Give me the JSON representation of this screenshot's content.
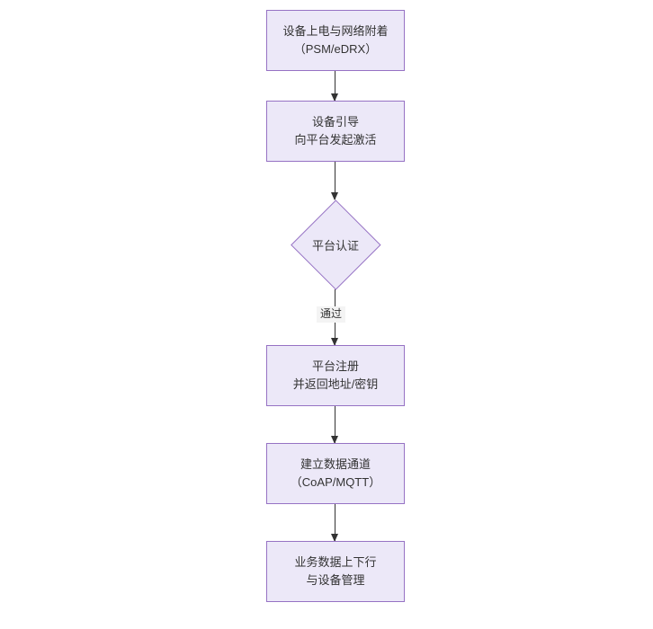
{
  "diagram": {
    "type": "flowchart",
    "orientation": "top-to-bottom",
    "title": "",
    "theme": {
      "node_fill": "#ECE8F8",
      "node_border": "#9672C4",
      "text_color": "#333333",
      "connector_color": "#333333",
      "canvas_background": "#FFFFFF",
      "edge_label_background": "#F4F4F4"
    },
    "nodes": [
      {
        "id": "power-attach",
        "shape": "rectangle",
        "lines": [
          "设备上电与网络附着",
          "（PSM/eDRX）"
        ]
      },
      {
        "id": "bootstrap",
        "shape": "rectangle",
        "lines": [
          "设备引导",
          "向平台发起激活"
        ]
      },
      {
        "id": "auth-decision",
        "shape": "diamond",
        "lines": [
          "平台认证"
        ]
      },
      {
        "id": "register",
        "shape": "rectangle",
        "lines": [
          "平台注册",
          "并返回地址/密钥"
        ]
      },
      {
        "id": "data-channel",
        "shape": "rectangle",
        "lines": [
          "建立数据通道",
          "（CoAP/MQTT）"
        ]
      },
      {
        "id": "business-data",
        "shape": "rectangle",
        "lines": [
          "业务数据上下行",
          "与设备管理"
        ]
      }
    ],
    "edges": [
      {
        "from": "power-attach",
        "to": "bootstrap",
        "label": ""
      },
      {
        "from": "bootstrap",
        "to": "auth-decision",
        "label": ""
      },
      {
        "from": "auth-decision",
        "to": "register",
        "label": "通过"
      },
      {
        "from": "register",
        "to": "data-channel",
        "label": ""
      },
      {
        "from": "data-channel",
        "to": "business-data",
        "label": ""
      }
    ]
  }
}
